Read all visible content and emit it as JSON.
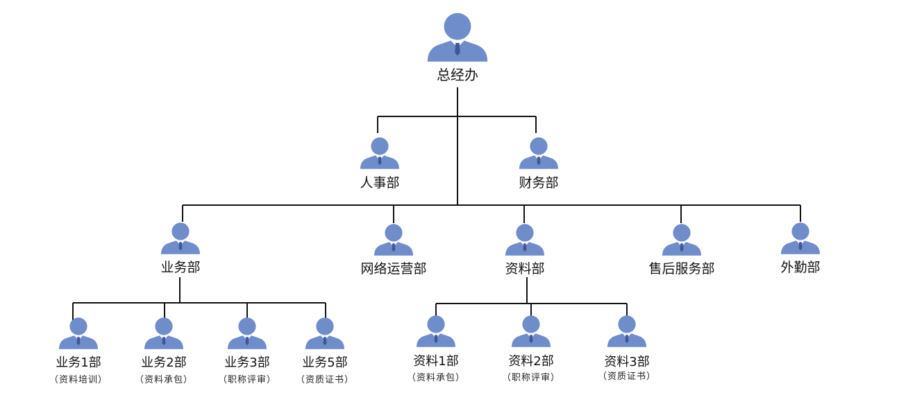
{
  "colors": {
    "person_fill": "#6f8ccb",
    "person_shadow": "#3f5796",
    "line": "#111111",
    "tie": "#ffffff"
  },
  "icon": "person-icon",
  "nodes": {
    "ceo": {
      "label": "总经办"
    },
    "hr": {
      "label": "人事部"
    },
    "finance": {
      "label": "财务部"
    },
    "business": {
      "label": "业务部"
    },
    "netops": {
      "label": "网络运营部"
    },
    "materials": {
      "label": "资料部"
    },
    "aftersales": {
      "label": "售后服务部"
    },
    "field": {
      "label": "外勤部"
    },
    "biz1": {
      "label": "业务1部",
      "sub": "（资料培训）"
    },
    "biz2": {
      "label": "业务2部",
      "sub": "（资料承包）"
    },
    "biz3": {
      "label": "业务3部",
      "sub": "（职称评审）"
    },
    "biz5": {
      "label": "业务5部",
      "sub": "（资质证书）"
    },
    "mat1": {
      "label": "资料1部",
      "sub": "（资料承包）"
    },
    "mat2": {
      "label": "资料2部",
      "sub": "（职称评审）"
    },
    "mat3": {
      "label": "资料3部",
      "sub": "（资质证书）"
    }
  }
}
